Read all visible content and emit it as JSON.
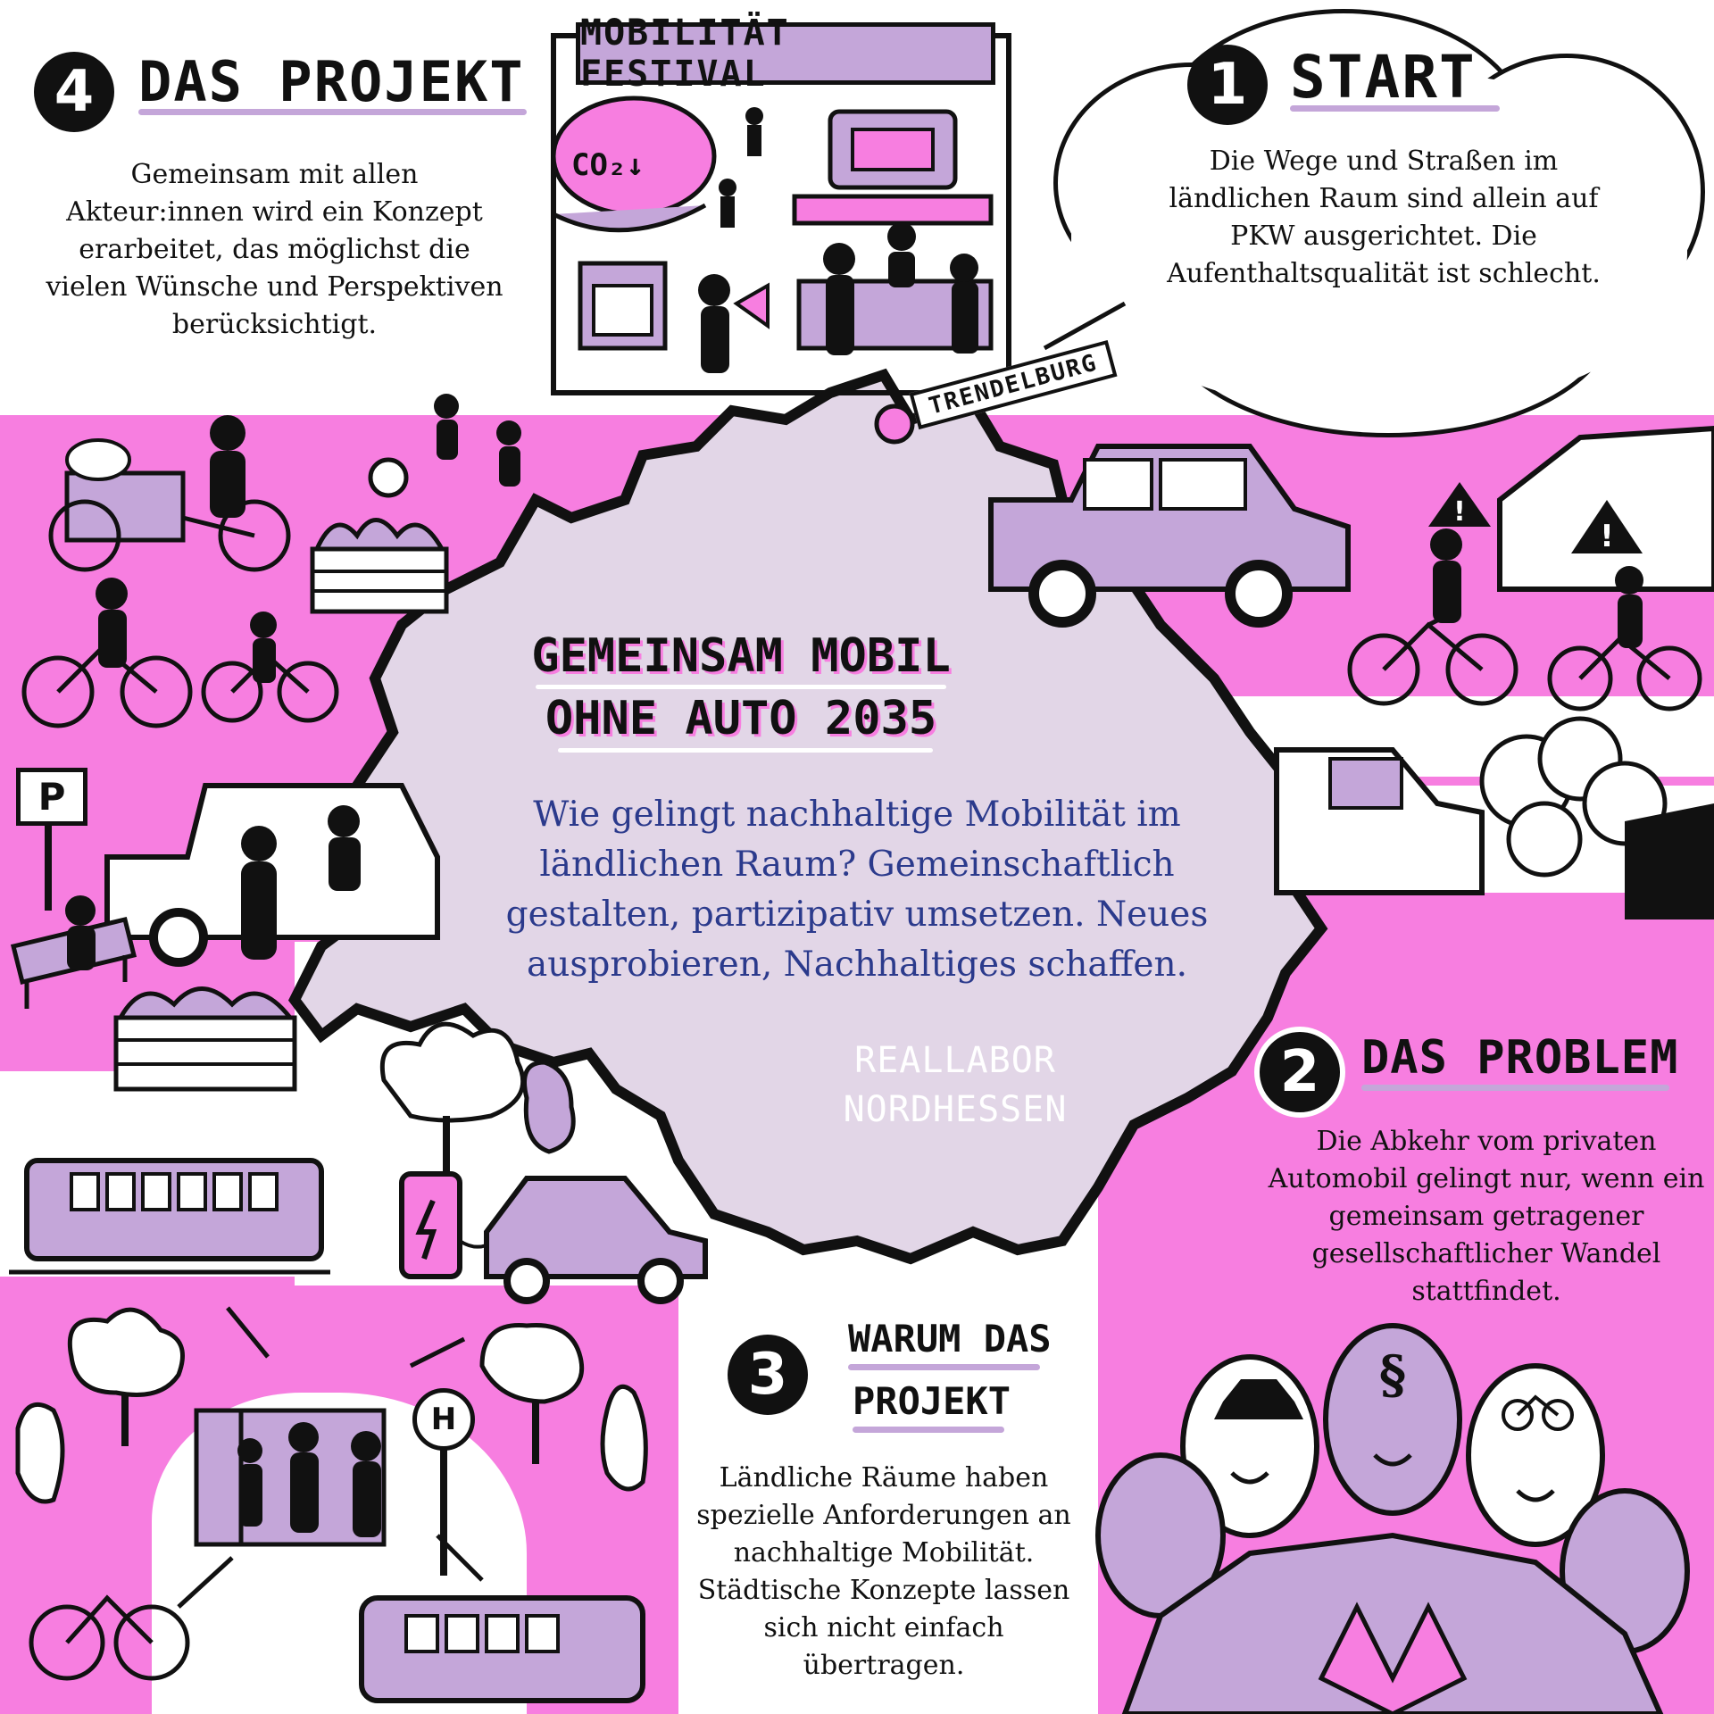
{
  "colors": {
    "pink": "#f77ee0",
    "lavender": "#c4a6d9",
    "map_fill": "#e2d6e7",
    "outline": "#111111",
    "navy_text": "#2b3a8c",
    "white": "#ffffff"
  },
  "section_start": {
    "number": "1",
    "title": "START",
    "text": "Die Wege und Straßen im ländlichen Raum sind allein auf PKW ausgerichtet. Die Aufenthaltsqualität ist schlecht."
  },
  "section_problem": {
    "number": "2",
    "title": "DAS PROBLEM",
    "text": "Die Abkehr vom privaten Automobil gelingt nur, wenn ein gemeinsam getragener gesellschaftlicher Wandel stattfindet."
  },
  "section_why": {
    "number": "3",
    "title_line1": "WARUM DAS",
    "title_line2": "PROJEKT",
    "text": "Ländliche Räume haben spezielle Anforderungen an nachhaltige Mobilität. Städtische Konzepte lassen sich nicht einfach übertragen."
  },
  "section_project": {
    "number": "4",
    "title": "DAS PROJEKT",
    "text": "Gemeinsam mit allen Akteur:innen wird ein Konzept erarbeitet, das möglichst die vielen Wünsche und Perspektiven berücksichtigt."
  },
  "festival": {
    "sign": "MOBILITÄT FESTIVAL",
    "piggy_label": "CO₂↓"
  },
  "map": {
    "town_label": "TRENDELBURG",
    "headline_line1": "GEMEINSAM MOBIL",
    "headline_line2": "OHNE AUTO 2035",
    "question": "Wie gelingt nachhaltige Mobilität im ländlichen Raum? Gemeinschaftlich gestalten, partizipativ umsetzen. Neues ausprobieren, Nachhaltiges schaffen.",
    "lab_line1": "REALLABOR",
    "lab_line2": "NORDHESSEN"
  },
  "signs": {
    "parking": "P",
    "bus_stop": "H"
  },
  "icons": [
    "warning-icon",
    "charging-station-icon",
    "bicycle-icon",
    "car-icon",
    "tram-icon",
    "bus-icon",
    "bench-icon",
    "tree-icon",
    "paragraph-icon"
  ]
}
